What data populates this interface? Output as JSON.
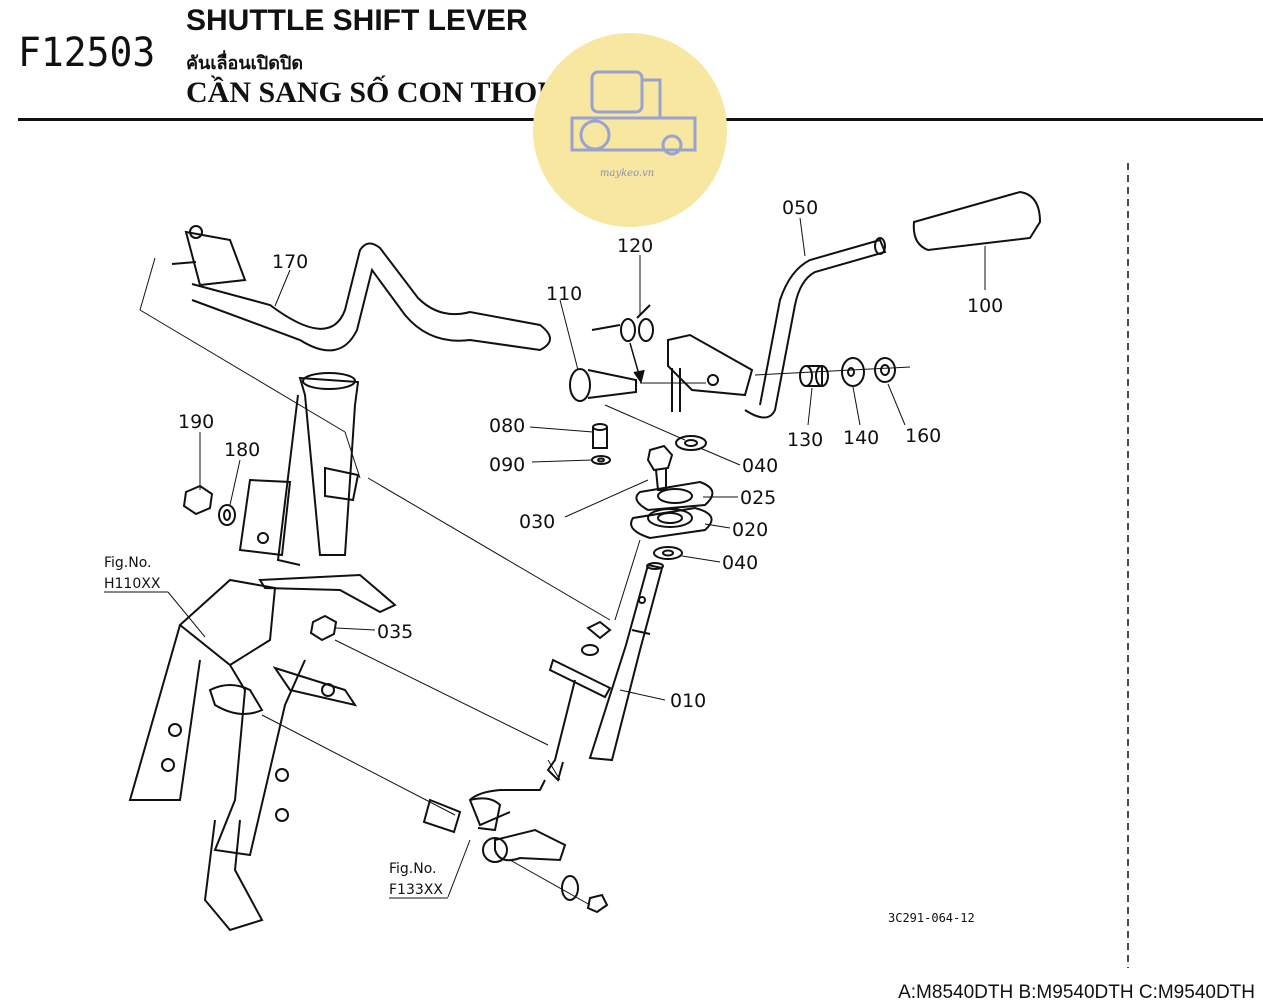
{
  "header": {
    "code": "F12503",
    "title_en": "SHUTTLE SHIFT LEVER",
    "title_th": "คันเลื่อนเปิดปิด",
    "title_vi": "CẦN SANG SỐ CON THOI"
  },
  "watermark": {
    "text": "maykeo.vn",
    "color": "#f7e7a1",
    "icon": "tractor-icon"
  },
  "parts": {
    "p010": "010",
    "p020": "020",
    "p025": "025",
    "p030": "030",
    "p035": "035",
    "p040a": "040",
    "p040b": "040",
    "p050": "050",
    "p080": "080",
    "p090": "090",
    "p100": "100",
    "p110": "110",
    "p120": "120",
    "p130": "130",
    "p140": "140",
    "p160": "160",
    "p170": "170",
    "p180": "180",
    "p190": "190"
  },
  "refs": {
    "fig1_label": "Fig.No.",
    "fig1_code": "H110XX",
    "fig2_label": "Fig.No.",
    "fig2_code": "F133XX"
  },
  "drawing_number": "3C291-064-12",
  "models": "A:M8540DTH B:M9540DTH C:M9540DTH"
}
